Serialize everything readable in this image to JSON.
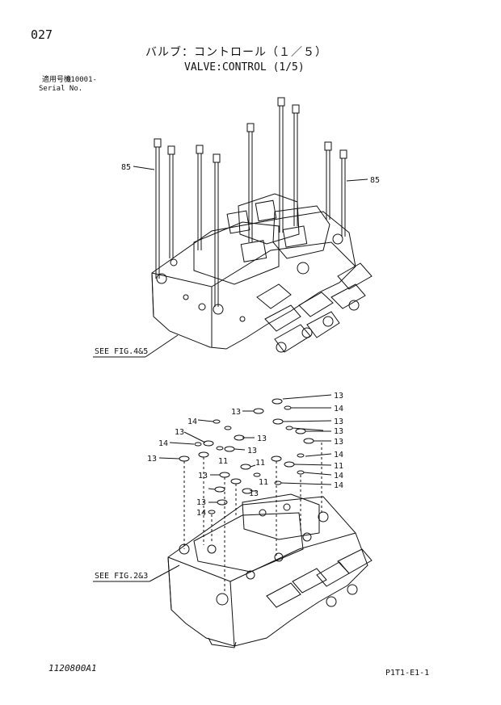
{
  "page_number": "027",
  "title_jp": "バルブ：コントロール（１／５）",
  "title_en": "VALVE:CONTROL (1/5)",
  "serial": {
    "label_jp": "適用号機",
    "number": "010001-",
    "label_en": "Serial No."
  },
  "fig_refs": [
    "SEE FIG.4&5",
    "SEE FIG.2&3"
  ],
  "part_labels": {
    "bolt": "85",
    "o_ring_13": "13",
    "o_ring_14": "14",
    "o_ring_11": "11"
  },
  "drawing_number": "1120800A1",
  "page_code": "P1T1-E1-1"
}
